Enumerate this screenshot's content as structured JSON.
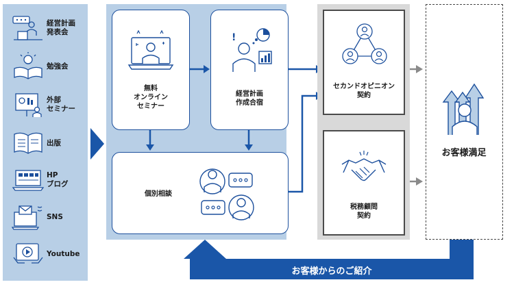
{
  "sources": [
    {
      "label": "経営計画\n発表会",
      "icon": "presentation-speaker-icon"
    },
    {
      "label": "勉強会",
      "icon": "book-lightbulb-icon"
    },
    {
      "label": "外部\nセミナー",
      "icon": "seminar-board-icon"
    },
    {
      "label": "出版",
      "icon": "open-book-icon"
    },
    {
      "label": "HP\nブログ",
      "icon": "laptop-blog-icon"
    },
    {
      "label": "SNS",
      "icon": "email-laptop-icon"
    },
    {
      "label": "Youtube",
      "icon": "video-play-icon"
    }
  ],
  "middle": {
    "free_seminar": "無料\nオンライン\nセミナー",
    "camp": "経営計画\n作成合宿",
    "consult": "個別相談"
  },
  "contracts": {
    "second_opinion": "セカンドオピニオン\n契約",
    "tax_advisory": "税務顧問\n契約"
  },
  "result": "お客様満足",
  "referral": "お客様からのご紹介",
  "colors": {
    "accent": "#1a56a8",
    "panel": "#b8cfe6",
    "gray_panel": "#d9d9d9",
    "arrow_gray": "#8a8a8a"
  }
}
